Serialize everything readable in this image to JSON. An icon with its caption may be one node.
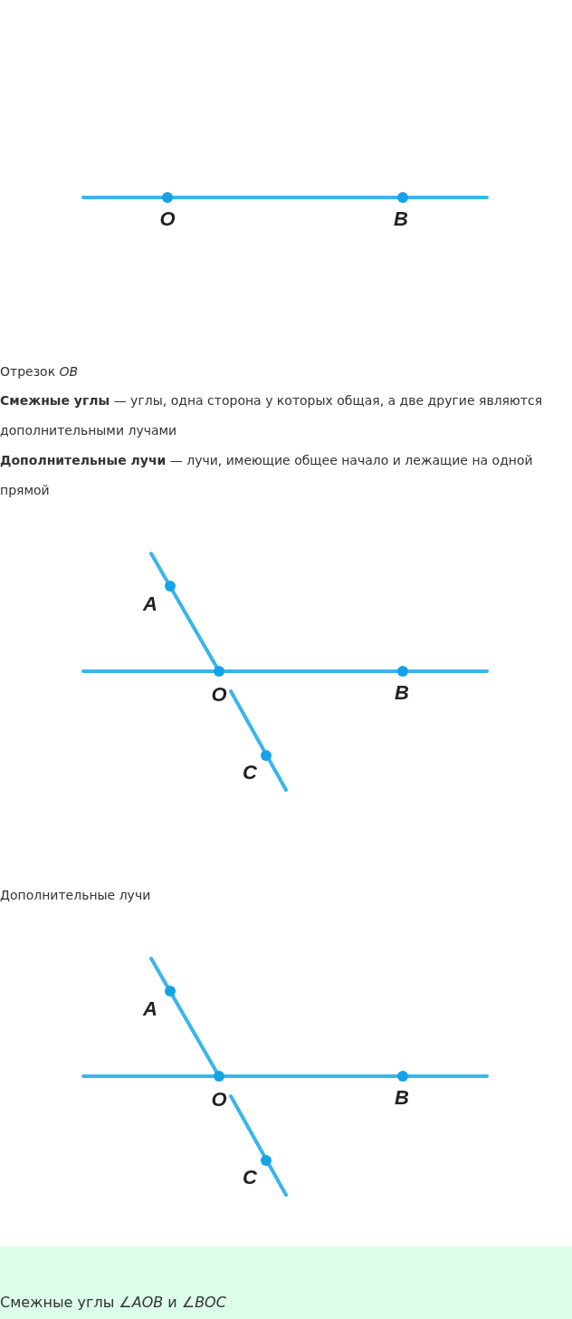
{
  "diagram": {
    "labels": [
      "O",
      "B",
      "Отрезок *OB*",
      "**Смежные углы** — углы, одна сторона у которых общая, а две другие являются дополнительными лучами",
      "**Дополнительные лучи** — лучи, имеющие общее начало и лежащие на одной прямой",
      "A",
      "O",
      "B",
      "C",
      "Дополнительные лучи",
      "A",
      "O",
      "B",
      "C",
      "Смежные углы *∠AOB* и *∠BOC*"
    ]
  }
}
